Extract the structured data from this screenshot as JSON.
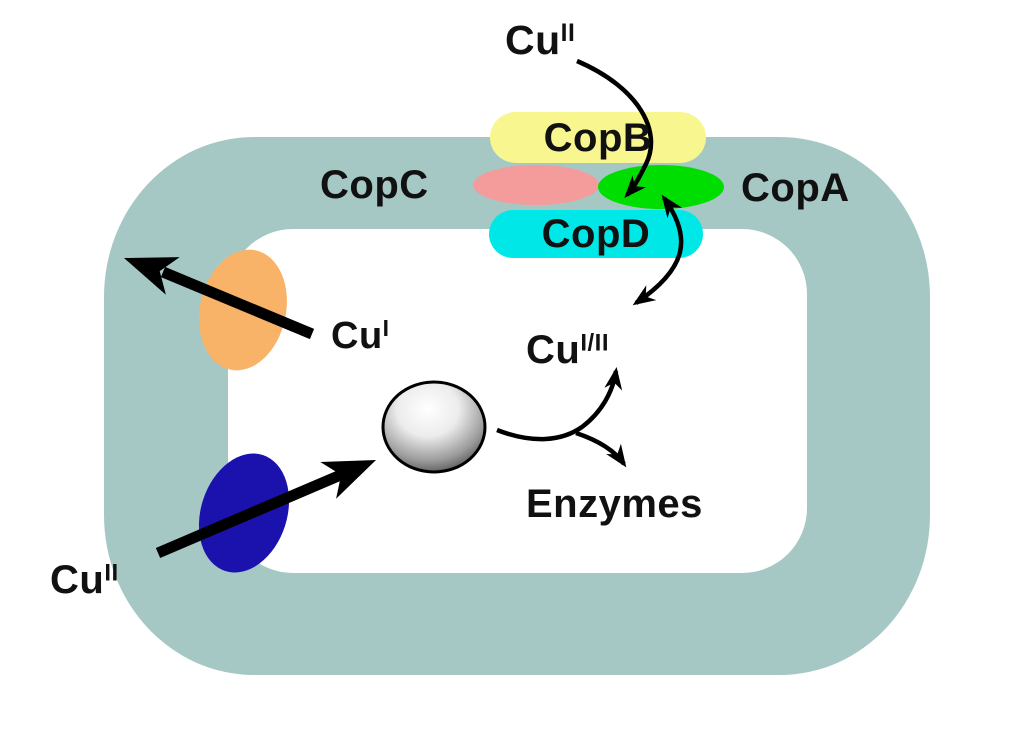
{
  "diagram": {
    "extracellular": {
      "cu_label": {
        "base": "Cu",
        "sup": "II"
      }
    },
    "membrane_proteins": {
      "cop_b": "CopB",
      "cop_c": "CopC",
      "cop_a": "CopA",
      "cop_d": "CopD"
    },
    "transport": {
      "cu_export_label": {
        "base": "Cu",
        "sup": "I"
      },
      "cu_import_label": {
        "base": "Cu",
        "sup": "II"
      }
    },
    "cytoplasm": {
      "cu_label": {
        "base": "Cu",
        "sup": "I/II"
      },
      "enzymes_label": "Enzymes"
    }
  },
  "colors": {
    "membrane": "#a6c8c5",
    "cytoplasm": "#ffffff",
    "cop_b_fill": "#f8f78f",
    "cop_c_fill": "#f49b9b",
    "cop_a_fill": "#00dd00",
    "cop_d_fill": "#00e7e7",
    "exporter_fill": "#f9b368",
    "importer_fill": "#1b12ae",
    "arrow": "#000000"
  }
}
